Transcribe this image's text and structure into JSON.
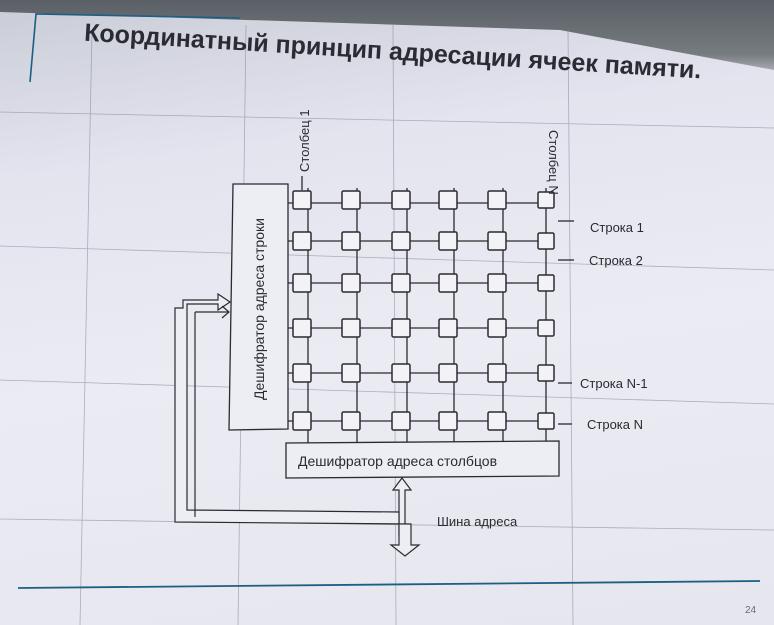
{
  "slide": {
    "title": "Координатный принцип адресации ячеек памяти.",
    "page_number": "24"
  },
  "diagram": {
    "column_first_label": "Столбец 1",
    "column_last_label": "Столбец N",
    "row_labels": [
      "Строка 1",
      "Строка 2",
      "Строка N-1",
      "Строка N"
    ],
    "row_decoder_label": "Дешифратор адреса строки",
    "column_decoder_label": "Дешифратор адреса столбцов",
    "bus_label": "Шина адреса",
    "grid": {
      "rows": 6,
      "columns": 6
    }
  }
}
